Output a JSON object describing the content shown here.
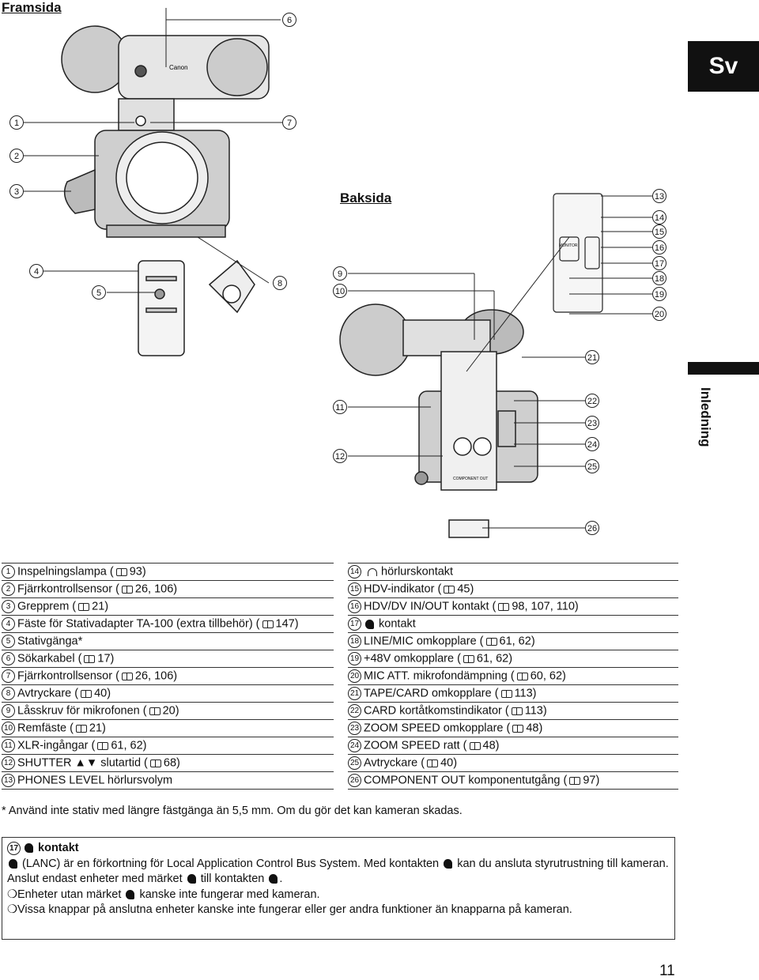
{
  "headings": {
    "front": "Framsida",
    "back": "Baksida"
  },
  "tabs": {
    "language": "Sv",
    "section": "Inledning"
  },
  "callouts": [
    "1",
    "2",
    "3",
    "4",
    "5",
    "6",
    "7",
    "8",
    "9",
    "10",
    "11",
    "12",
    "13",
    "14",
    "15",
    "16",
    "17",
    "18",
    "19",
    "20",
    "21",
    "22",
    "23",
    "24",
    "25",
    "26"
  ],
  "left_list": [
    {
      "n": "1",
      "text": "Inspelningslampa (",
      "ref": "93)"
    },
    {
      "n": "2",
      "text": "Fjärrkontrollsensor (",
      "ref": "26, 106)"
    },
    {
      "n": "3",
      "text": "Grepprem (",
      "ref": "21)"
    },
    {
      "n": "4",
      "text": "Fäste för Stativadapter TA-100 (extra tillbehör) (",
      "ref": "147)"
    },
    {
      "n": "5",
      "text": "Stativgänga*",
      "ref": ""
    },
    {
      "n": "6",
      "text": "Sökarkabel (",
      "ref": "17)"
    },
    {
      "n": "7",
      "text": "Fjärrkontrollsensor (",
      "ref": "26, 106)"
    },
    {
      "n": "8",
      "text": "Avtryckare (",
      "ref": "40)"
    },
    {
      "n": "9",
      "text": "Låsskruv för mikrofonen (",
      "ref": "20)"
    },
    {
      "n": "10",
      "text": "Remfäste (",
      "ref": "21)"
    },
    {
      "n": "11",
      "text": "XLR-ingångar (",
      "ref": "61, 62)"
    },
    {
      "n": "12",
      "text": "SHUTTER ▲▼ slutartid (",
      "ref": "68)"
    },
    {
      "n": "13",
      "text": "PHONES LEVEL hörlursvolym",
      "ref": ""
    }
  ],
  "right_list": [
    {
      "n": "14",
      "text": "hörlurskontakt",
      "ref": "",
      "pre": "headphones-icon"
    },
    {
      "n": "15",
      "text": "HDV-indikator (",
      "ref": "45)"
    },
    {
      "n": "16",
      "text": "HDV/DV IN/OUT kontakt (",
      "ref": "98, 107, 110)"
    },
    {
      "n": "17",
      "text": "kontakt",
      "ref": "",
      "pre": "lanc-icon"
    },
    {
      "n": "18",
      "text": "LINE/MIC omkopplare (",
      "ref": "61, 62)"
    },
    {
      "n": "19",
      "text": "+48V omkopplare (",
      "ref": "61, 62)"
    },
    {
      "n": "20",
      "text": "MIC ATT. mikrofondämpning (",
      "ref": "60, 62)"
    },
    {
      "n": "21",
      "text": "TAPE/CARD omkopplare (",
      "ref": "113)"
    },
    {
      "n": "22",
      "text": "CARD kortåtkomstindikator (",
      "ref": "113)"
    },
    {
      "n": "23",
      "text": "ZOOM SPEED omkopplare (",
      "ref": "48)"
    },
    {
      "n": "24",
      "text": "ZOOM SPEED ratt (",
      "ref": "48)"
    },
    {
      "n": "25",
      "text": "Avtryckare (",
      "ref": "40)"
    },
    {
      "n": "26",
      "text": "COMPONENT OUT komponentutgång (",
      "ref": "97)"
    }
  ],
  "footnote": "*  Använd inte stativ med längre fästgänga än 5,5 mm. Om du gör det kan kameran skadas.",
  "box": {
    "num": "17",
    "title": "kontakt",
    "line1a": "(LANC) är en förkortning för Local Application Control Bus System. Med kontakten",
    "line1b": "kan du ansluta styrutrustning till kameran.",
    "line2a": "Anslut endast enheter med märket",
    "line2b": "till kontakten",
    "line2c": ".",
    "bullet1a": "Enheter utan märket",
    "bullet1b": "kanske inte fungerar med kameran.",
    "bullet2": "Vissa knappar på anslutna enheter kanske inte fungerar eller ger andra funktioner än knapparna på kameran."
  },
  "camera_labels": {
    "brand": "Canon",
    "component_out": "COMPONENT OUT",
    "monitor": "MONITOR"
  },
  "page_number": "11"
}
